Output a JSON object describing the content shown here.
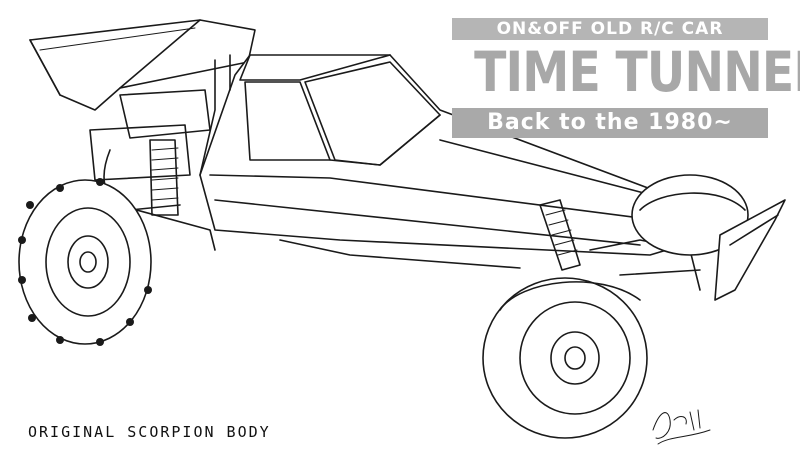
{
  "logo": {
    "subtitle": "ON&OFF OLD R/C CAR",
    "title": "TIME TUNNEL",
    "tagline": "Back to the 1980~"
  },
  "caption": "ORIGINAL SCORPION BODY",
  "colors": {
    "logo_gray": "#a8a8a8",
    "ink": "#1a1a1a",
    "background": "#ffffff"
  }
}
